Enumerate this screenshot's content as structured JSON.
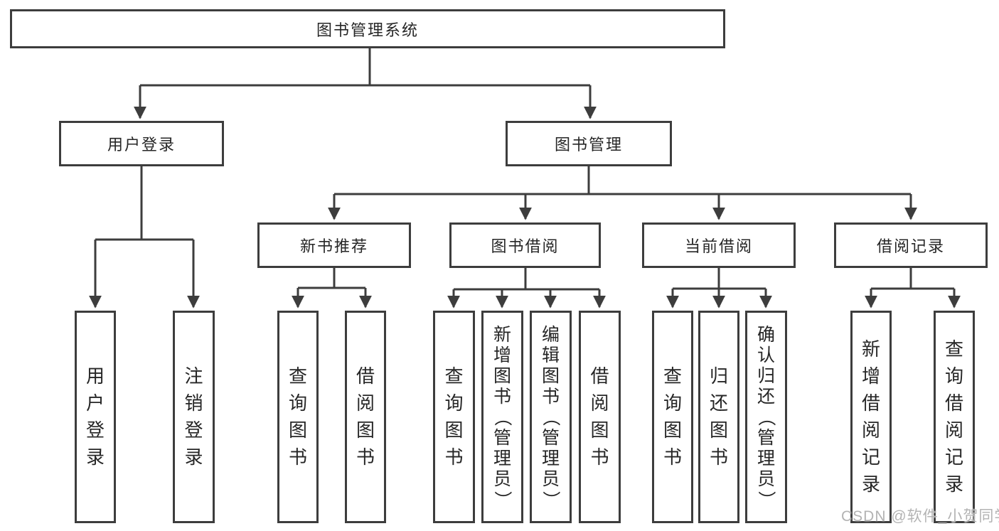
{
  "diagram": {
    "root": {
      "label": "图书管理系统"
    },
    "branches": [
      {
        "label": "用户登录",
        "children": [
          {
            "label": "用户登录"
          },
          {
            "label": "注销登录"
          }
        ]
      },
      {
        "label": "图书管理",
        "children": [
          {
            "label": "新书推荐",
            "children": [
              {
                "label": "查询图书"
              },
              {
                "label": "借阅图书"
              }
            ]
          },
          {
            "label": "图书借阅",
            "children": [
              {
                "label": "查询图书"
              },
              {
                "label": "新增图书（管理员）"
              },
              {
                "label": "编辑图书（管理员）"
              },
              {
                "label": "借阅图书"
              }
            ]
          },
          {
            "label": "当前借阅",
            "children": [
              {
                "label": "查询图书"
              },
              {
                "label": "归还图书"
              },
              {
                "label": "确认归还（管理员）"
              }
            ]
          },
          {
            "label": "借阅记录",
            "children": [
              {
                "label": "新增借阅记录"
              },
              {
                "label": "查询借阅记录"
              }
            ]
          }
        ]
      }
    ]
  },
  "watermark": {
    "text": "CSDN @软件_小贺同学"
  },
  "colors": {
    "line": "#3d3d3d",
    "box_border": "#3d3d3d",
    "text": "#262626",
    "watermark": "#b3b3b3",
    "background": "#ffffff"
  }
}
